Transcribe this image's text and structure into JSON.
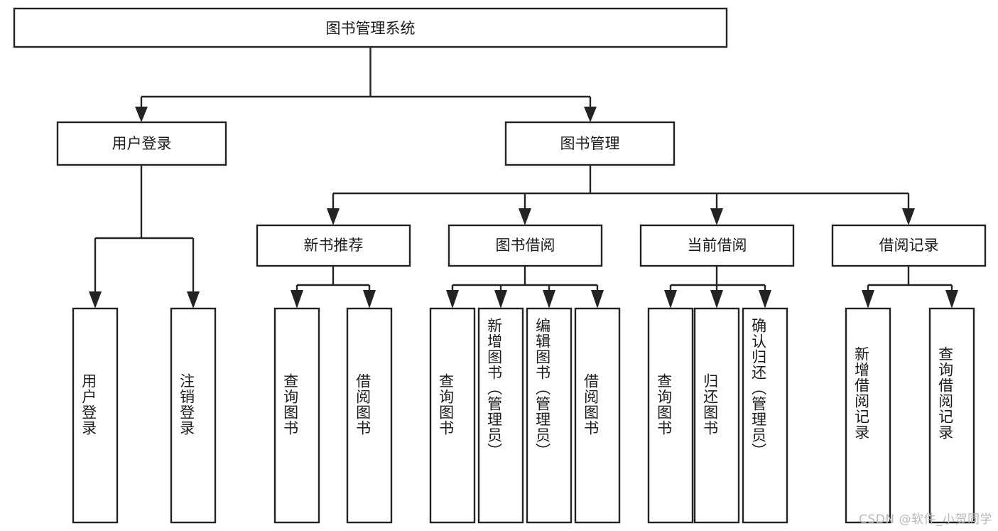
{
  "diagram": {
    "type": "tree",
    "title": "图书管理系统",
    "orientation": "top-down",
    "background_color": "#ffffff",
    "line_color": "#232323",
    "box_fill": "#ffffff",
    "text_color": "#1b1b1b",
    "root": {
      "id": "root",
      "label": "图书管理系统"
    },
    "level2": [
      {
        "id": "user-login",
        "label": "用户登录"
      },
      {
        "id": "book-manage",
        "label": "图书管理"
      }
    ],
    "level3": [
      {
        "id": "new-book-rec",
        "label": "新书推荐",
        "parent": "book-manage"
      },
      {
        "id": "book-borrow",
        "label": "图书借阅",
        "parent": "book-manage"
      },
      {
        "id": "current-borrow",
        "label": "当前借阅",
        "parent": "book-manage"
      },
      {
        "id": "borrow-record",
        "label": "借阅记录",
        "parent": "book-manage"
      }
    ],
    "leaves": [
      {
        "id": "leaf-user-login",
        "label": "用户登录",
        "parent": "user-login"
      },
      {
        "id": "leaf-user-logout",
        "label": "注销登录",
        "parent": "user-login"
      },
      {
        "id": "leaf-query-book-1",
        "label": "查询图书",
        "parent": "new-book-rec"
      },
      {
        "id": "leaf-borrow-book-1",
        "label": "借阅图书",
        "parent": "new-book-rec"
      },
      {
        "id": "leaf-query-book-2",
        "label": "查询图书",
        "parent": "book-borrow"
      },
      {
        "id": "leaf-add-book",
        "label": "新增图书（管理员）",
        "parent": "book-borrow"
      },
      {
        "id": "leaf-edit-book",
        "label": "编辑图书（管理员）",
        "parent": "book-borrow"
      },
      {
        "id": "leaf-borrow-book-2",
        "label": "借阅图书",
        "parent": "book-borrow"
      },
      {
        "id": "leaf-query-book-3",
        "label": "查询图书",
        "parent": "current-borrow"
      },
      {
        "id": "leaf-return-book",
        "label": "归还图书",
        "parent": "current-borrow"
      },
      {
        "id": "leaf-confirm-return",
        "label": "确认归还（管理员）",
        "parent": "current-borrow"
      },
      {
        "id": "leaf-add-record",
        "label": "新增借阅记录",
        "parent": "borrow-record"
      },
      {
        "id": "leaf-query-record",
        "label": "查询借阅记录",
        "parent": "borrow-record"
      }
    ]
  },
  "watermark": {
    "text": "CSDN @软件_小贺同学"
  }
}
